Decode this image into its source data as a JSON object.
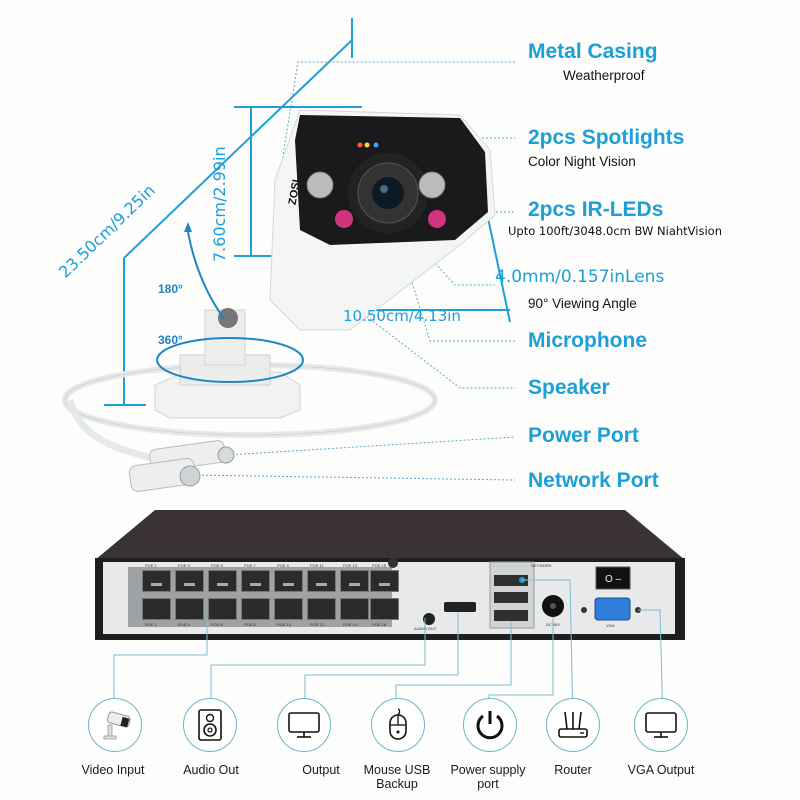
{
  "brand": "ZOSI",
  "accent_color": "#1d9fd8",
  "camera_dimensions": {
    "length": "23.50cm/9.25in",
    "height": "7.60cm/2.99in",
    "width": "10.50cm/4.13in",
    "tilt_angle": "180°",
    "pan_angle": "360°"
  },
  "camera_features": [
    {
      "title": "Metal Casing",
      "subtitle": "Weatherproof"
    },
    {
      "title": "2pcs Spotlights",
      "subtitle": "Color Night Vision"
    },
    {
      "title": "2pcs IR-LEDs",
      "subtitle": "Upto 100ft/3048.0cm BW NiahtVision"
    },
    {
      "title": "4.0mm/0.157inLens",
      "subtitle": "90° Viewing Angle"
    },
    {
      "title": "Microphone",
      "subtitle": ""
    },
    {
      "title": "Speaker",
      "subtitle": ""
    },
    {
      "title": "Power Port",
      "subtitle": ""
    },
    {
      "title": "Network Port",
      "subtitle": ""
    }
  ],
  "nvr": {
    "poe_top": [
      "POE 1",
      "POE 3",
      "POE 5",
      "POE 7",
      "POE 9",
      "POE 11",
      "POE 13",
      "POE 15"
    ],
    "poe_bottom": [
      "POE 2",
      "POE 4",
      "POE 6",
      "POE 8",
      "POE 10",
      "POE 12",
      "POE 14",
      "POE 16"
    ],
    "audio_out_label": "AUDIO OUT",
    "network_label": "NETWORK",
    "dc_label": "DC 48V",
    "vga_label": "VGA",
    "switch_label": "O –"
  },
  "port_icons": [
    {
      "icon": "camera-icon",
      "label": "Video Input"
    },
    {
      "icon": "speaker-icon",
      "label": "Audio Out"
    },
    {
      "icon": "monitor-icon",
      "label": "Output"
    },
    {
      "icon": "mouse-icon",
      "label": "Mouse USB Backup"
    },
    {
      "icon": "power-icon",
      "label": "Power supply port"
    },
    {
      "icon": "router-icon",
      "label": "Router"
    },
    {
      "icon": "monitor-icon",
      "label": "VGA Output"
    }
  ]
}
